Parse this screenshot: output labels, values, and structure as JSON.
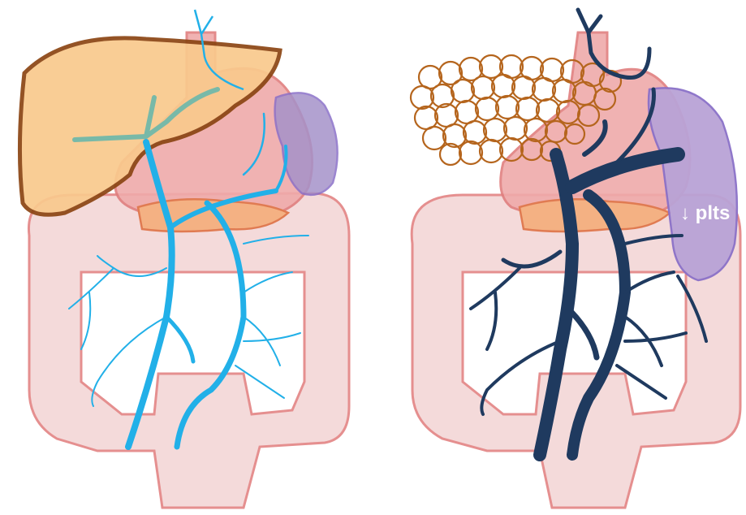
{
  "panels": [
    {
      "id": "normal",
      "vein_color": "#22b0e8",
      "liver_fill": "#f9c98d",
      "liver_outline": "#8b4513"
    },
    {
      "id": "cirrhotic",
      "vein_color": "#1f3a5f",
      "nodule_color": "#b5651d",
      "spleen_fill": "#b9a3d6"
    }
  ],
  "annotation": {
    "text": "↓ plts",
    "color": "#ffffff"
  },
  "colors": {
    "intestine_fill": "#f4dada",
    "intestine_stroke": "#e58f8f",
    "stomach_fill": "#efaaaa",
    "pancreas_fill": "#f4b183",
    "spleen_normal": "#a592c9"
  }
}
